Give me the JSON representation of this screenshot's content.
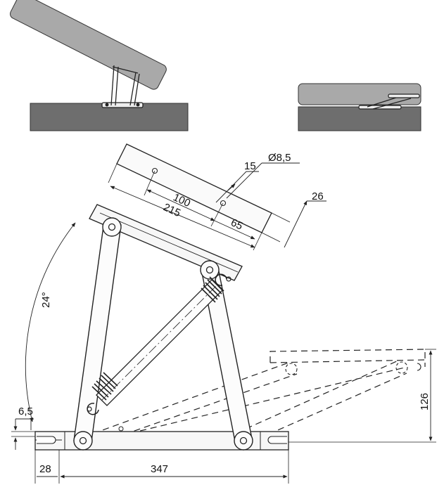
{
  "diagram": {
    "dimensions": {
      "hole_diameter": "Ø8,5",
      "hole_offset": "15",
      "hole_spacing": "100",
      "mount_length": "215",
      "hole_to_end": "65",
      "lid_thickness": "26",
      "angle": "24°",
      "base_height": "6,5",
      "closed_height": "126",
      "base_offset": "28",
      "total_length": "347"
    },
    "colors": {
      "panel_fill": "#6e6e6e",
      "lid_fill": "#a9a9a9",
      "line": "#222222",
      "metal_fill": "#f4f4f4"
    }
  }
}
